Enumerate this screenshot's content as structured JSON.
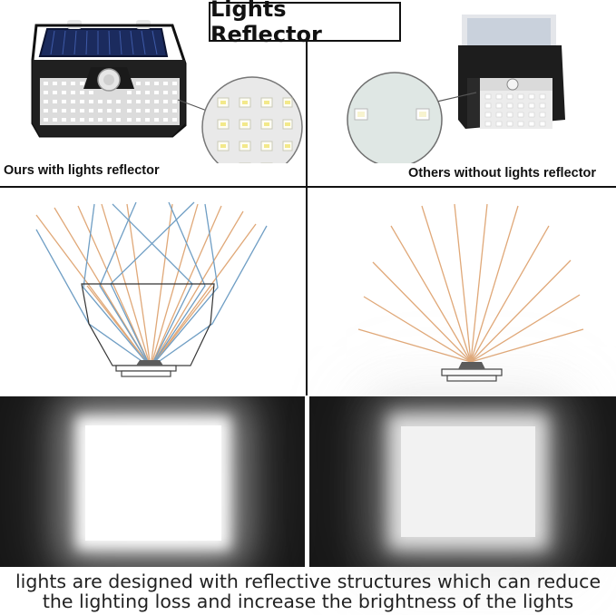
{
  "title": "Lights Reflector",
  "left_caption": "Ours with lights reflector",
  "right_caption": "Others without lights reflector",
  "footer_line1": "lights are designed with reflective structures  which can reduce",
  "footer_line2": "the lighting loss and increase the brightness of the lights",
  "colors": {
    "ray_orange": "#e0a878",
    "ray_blue": "#6f9ec4",
    "panel_dark": "#161616",
    "divider": "#111111"
  }
}
